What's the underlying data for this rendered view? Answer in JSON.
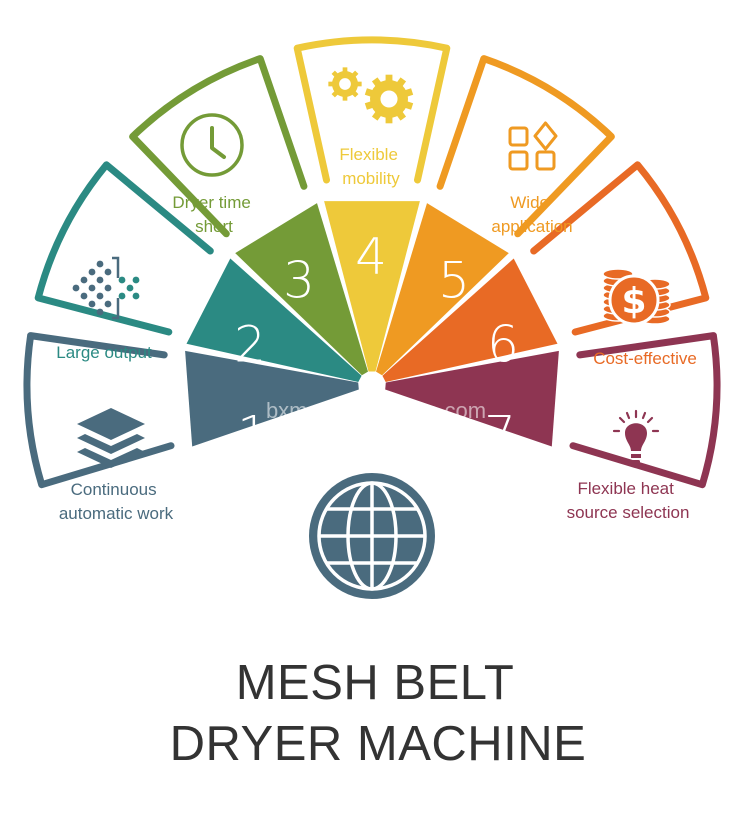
{
  "colors": {
    "s1": "#4a6b7e",
    "s2": "#2b8a83",
    "s3": "#749b37",
    "s4": "#eec93a",
    "s5": "#ef9a22",
    "s6": "#e86a25",
    "s7": "#8e3552",
    "title": "#333333"
  },
  "segments": [
    {
      "number": "1",
      "label_lines": [
        "Continuous",
        "automatic work"
      ],
      "icon": "stack-layers-icon"
    },
    {
      "number": "2",
      "label_lines": [
        "Large output"
      ],
      "icon": "dots-funnel-icon"
    },
    {
      "number": "3",
      "label_lines": [
        "Dryer time",
        "short"
      ],
      "icon": "clock-icon"
    },
    {
      "number": "4",
      "label_lines": [
        "Flexible",
        "mobility"
      ],
      "icon": "gears-icon"
    },
    {
      "number": "5",
      "label_lines": [
        "Wide",
        "application"
      ],
      "icon": "app-grid-icon"
    },
    {
      "number": "6",
      "label_lines": [
        "Cost-effective"
      ],
      "icon": "coins-dollar-icon"
    },
    {
      "number": "7",
      "label_lines": [
        "Flexible heat",
        "source selection"
      ],
      "icon": "lightbulb-icon"
    }
  ],
  "center_icon": "globe-icon",
  "watermark": "bxmac.en.alibaba.com",
  "title_lines": [
    "MESH BELT",
    "DRYER MACHINE"
  ]
}
